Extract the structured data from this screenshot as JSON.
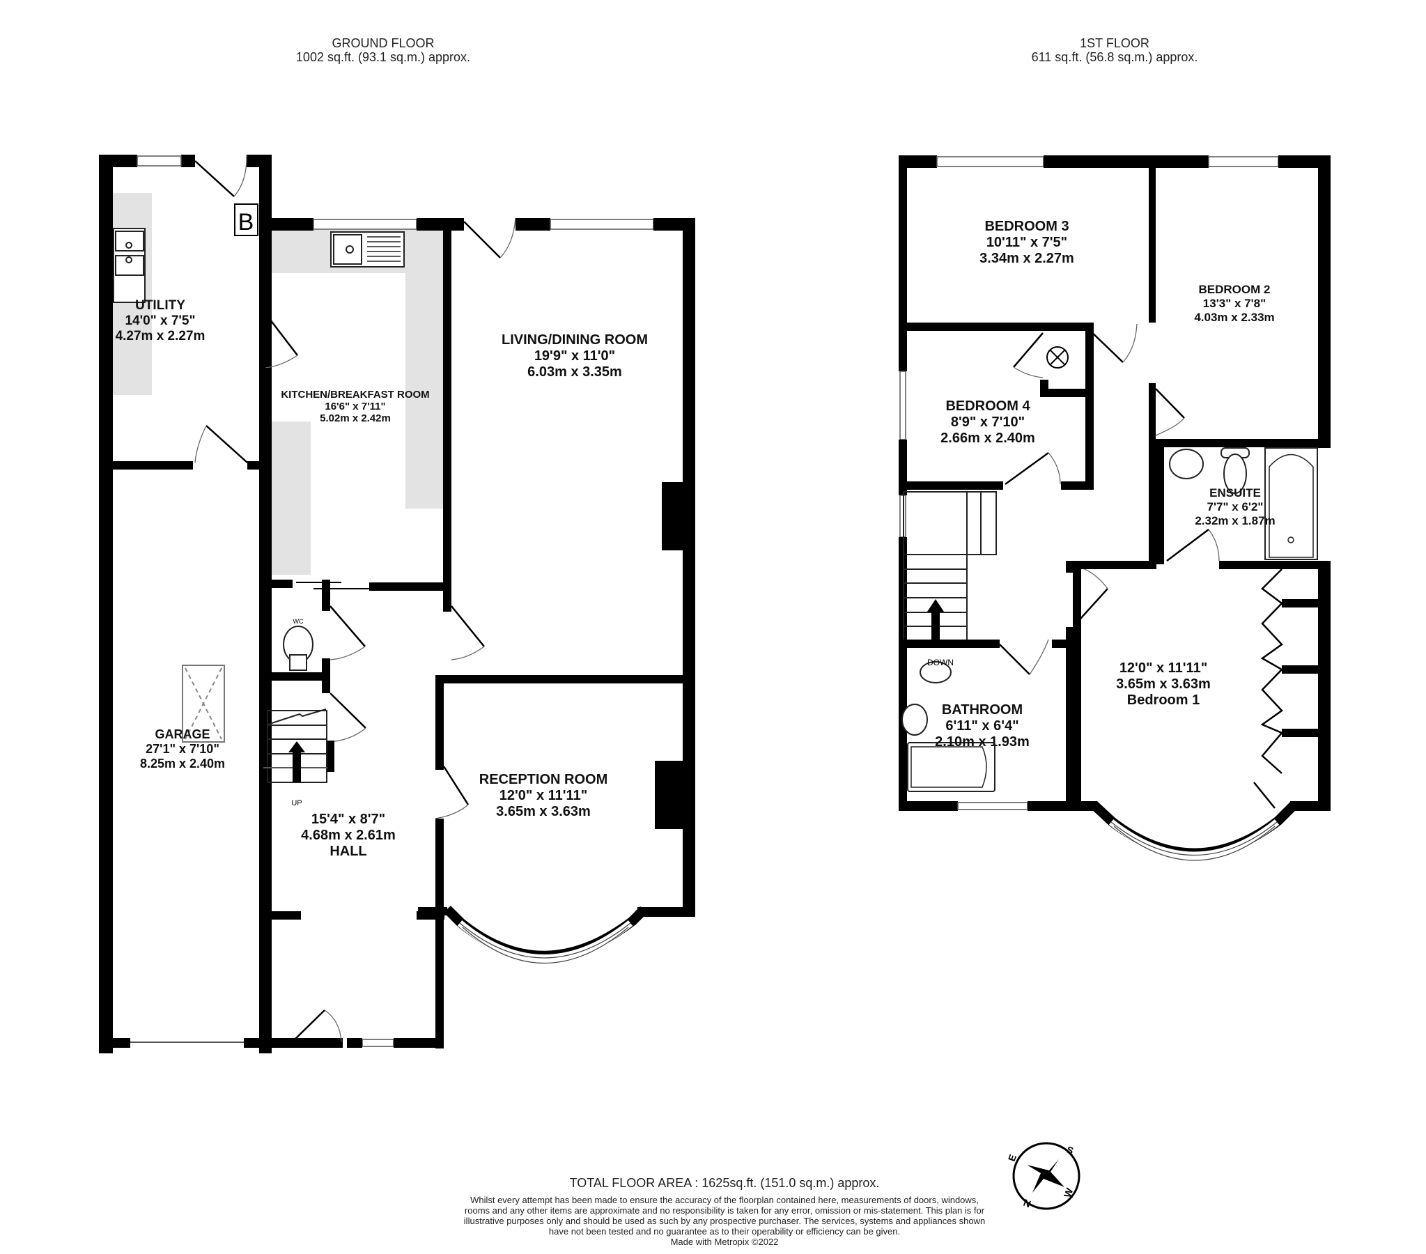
{
  "ground_floor": {
    "title": "GROUND FLOOR",
    "area": "1002 sq.ft. (93.1 sq.m.) approx.",
    "rooms": {
      "utility": {
        "name": "UTILITY",
        "imperial": "14'0\"  x 7'5\"",
        "metric": "4.27m  x 2.27m"
      },
      "kitchen": {
        "name": "KITCHEN/BREAKFAST ROOM",
        "imperial": "16'6\"  x 7'11\"",
        "metric": "5.02m  x 2.42m"
      },
      "living": {
        "name": "LIVING/DINING ROOM",
        "imperial": "19'9\"  x 11'0\"",
        "metric": "6.03m  x 3.35m"
      },
      "garage": {
        "name": "GARAGE",
        "imperial": "27'1\"  x 7'10\"",
        "metric": "8.25m  x 2.40m"
      },
      "hall": {
        "name": "HALL",
        "imperial": "15'4\"  x 8'7\"",
        "metric": "4.68m  x 2.61m"
      },
      "reception": {
        "name": "RECEPTION ROOM",
        "imperial": "12'0\"  x 11'11\"",
        "metric": "3.65m  x 3.63m"
      }
    },
    "labels": {
      "boiler": "B",
      "wc": "WC",
      "stairs": "UP"
    }
  },
  "first_floor": {
    "title": "1ST FLOOR",
    "area": "611 sq.ft. (56.8 sq.m.) approx.",
    "rooms": {
      "bedroom3": {
        "name": "BEDROOM 3",
        "imperial": "10'11\"  x 7'5\"",
        "metric": "3.34m  x 2.27m"
      },
      "bedroom2": {
        "name": "BEDROOM 2",
        "imperial": "13'3\"  x 7'8\"",
        "metric": "4.03m  x 2.33m"
      },
      "bedroom4": {
        "name": "BEDROOM 4",
        "imperial": "8'9\"  x 7'10\"",
        "metric": "2.66m  x 2.40m"
      },
      "ensuite": {
        "name": "ENSUITE",
        "imperial": "7'7\"  x 6'2\"",
        "metric": "2.32m  x 1.87m"
      },
      "bathroom": {
        "name": "BATHROOM",
        "imperial": "6'11\"  x 6'4\"",
        "metric": "2.10m  x 1.93m"
      },
      "bedroom1": {
        "name": "Bedroom 1",
        "imperial": "12'0\"  x 11'11\"",
        "metric": "3.65m  x 3.63m"
      }
    },
    "labels": {
      "stairs": "DOWN"
    }
  },
  "footer": {
    "total": "TOTAL FLOOR AREA : 1625sq.ft. (151.0 sq.m.) approx.",
    "disclaimer": "Whilst every attempt has been made to ensure the accuracy of the floorplan contained here, measurements of doors, windows, rooms and any other items are approximate and no responsibility is taken for any error, omission or mis-statement. This plan is for illustrative purposes only and should be used as such by any prospective purchaser. The services, systems and appliances shown have not been tested and no guarantee as to their operability or efficiency can be given.",
    "made_with": "Made with Metropix ©2022"
  },
  "compass": {
    "icon": "compass-rose-icon",
    "n": "N",
    "e": "E",
    "s": "S",
    "w": "W"
  },
  "colors": {
    "wall": "#000000",
    "counter": "#e3e3e3",
    "window": "#ffffff"
  }
}
